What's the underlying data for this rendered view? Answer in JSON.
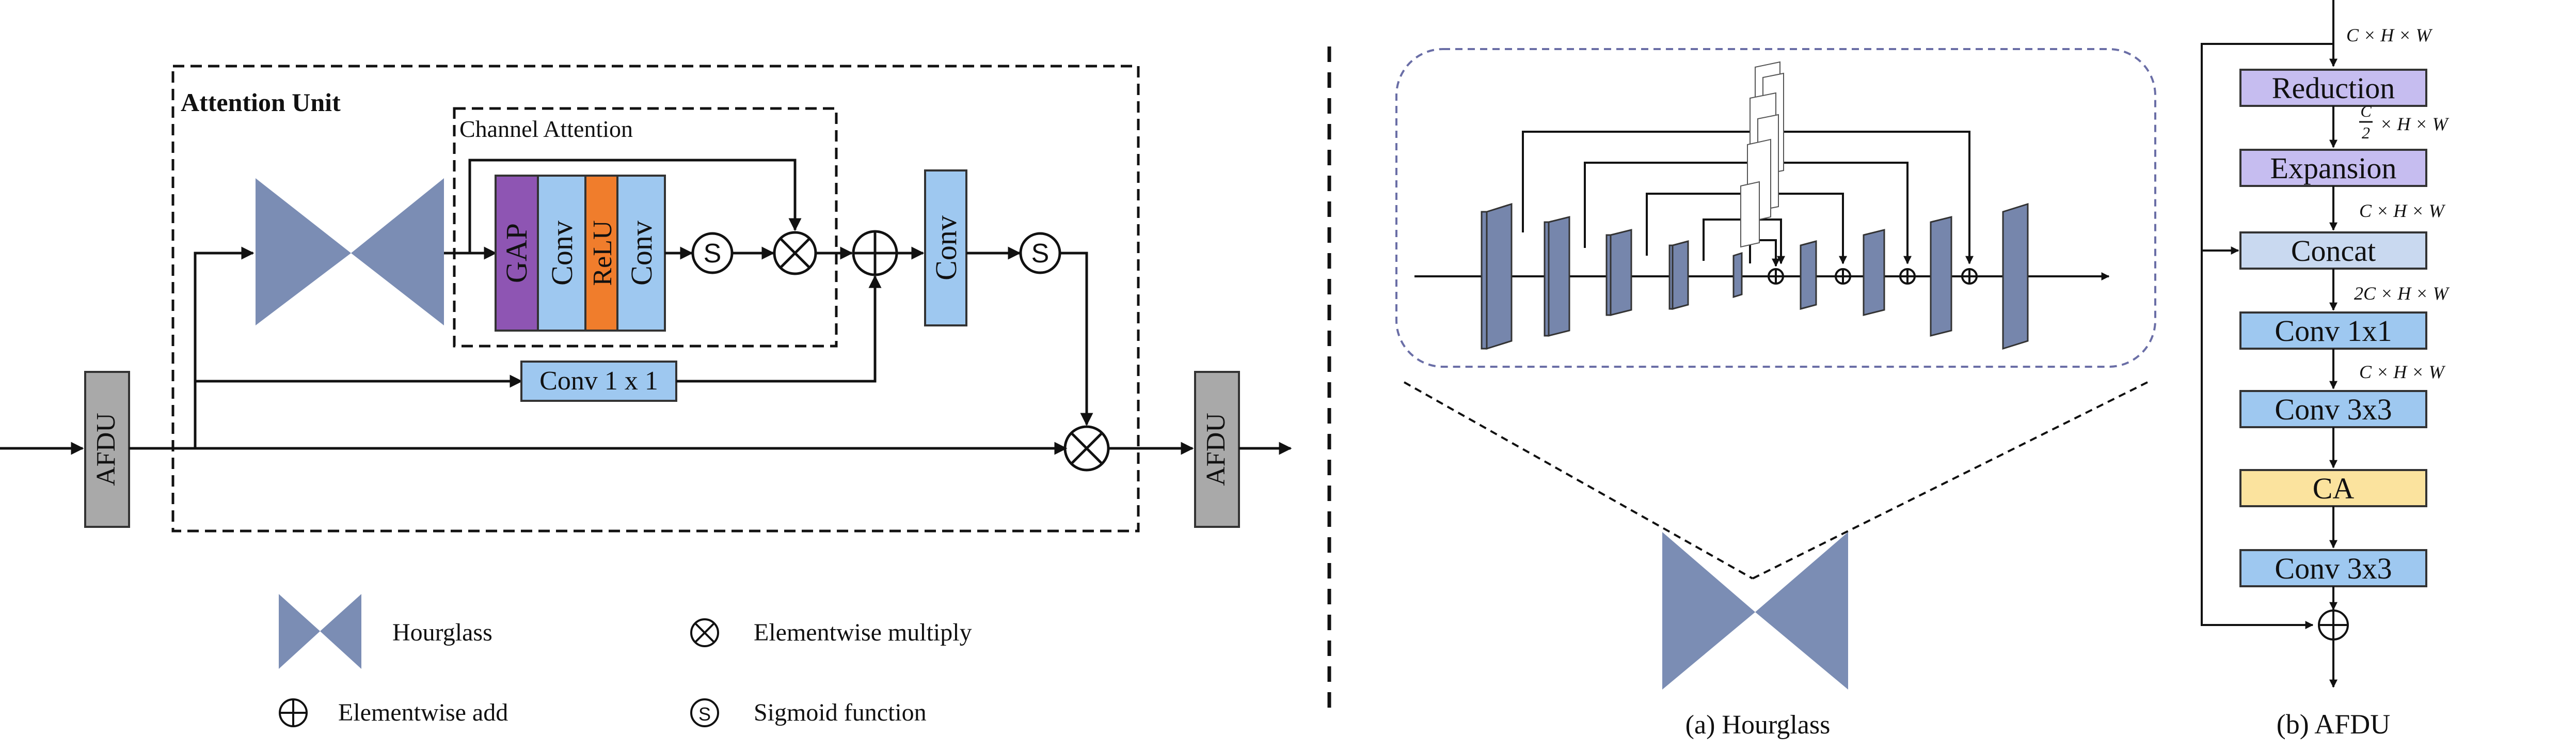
{
  "left_panel": {
    "attention_unit_title": "Attention Unit",
    "channel_attention_title": "Channel Attention",
    "blocks": {
      "gap": "GAP",
      "conv_a": "Conv",
      "relu": "ReLU",
      "conv_b": "Conv",
      "conv_out": "Conv",
      "conv1x1": "Conv 1 x 1",
      "afdu_in": "AFDU",
      "afdu_out": "AFDU"
    },
    "symbols": {
      "sigmoid": "S"
    },
    "legend": {
      "hourglass": "Hourglass",
      "multiply": "Elementwise multiply",
      "add": "Elementwise add",
      "sigmoid": "Sigmoid function"
    }
  },
  "hourglass_panel": {
    "caption": "(a) Hourglass"
  },
  "afdu_panel": {
    "caption": "(b) AFDU",
    "blocks": {
      "reduction": "Reduction",
      "expansion": "Expansion",
      "concat": "Concat",
      "conv1x1": "Conv 1x1",
      "conv3x3_a": "Conv 3x3",
      "ca": "CA",
      "conv3x3_b": "Conv 3x3"
    },
    "dims": {
      "d0": "C × H × W",
      "d1_frac_num": "C",
      "d1_frac_den": "2",
      "d1_rest": "× H × W",
      "d2": "C × H × W",
      "d3": "2C × H × W",
      "d4": "C × H × W"
    }
  },
  "colors": {
    "hourglass": "#7b8db4",
    "gap": "#8e55b3",
    "conv": "#9ec8f0",
    "relu": "#f07d2c",
    "afdu": "#a9a9a9",
    "reduction": "#c6bdf0",
    "concat": "#c9d9f0",
    "ca": "#fbe39e"
  }
}
